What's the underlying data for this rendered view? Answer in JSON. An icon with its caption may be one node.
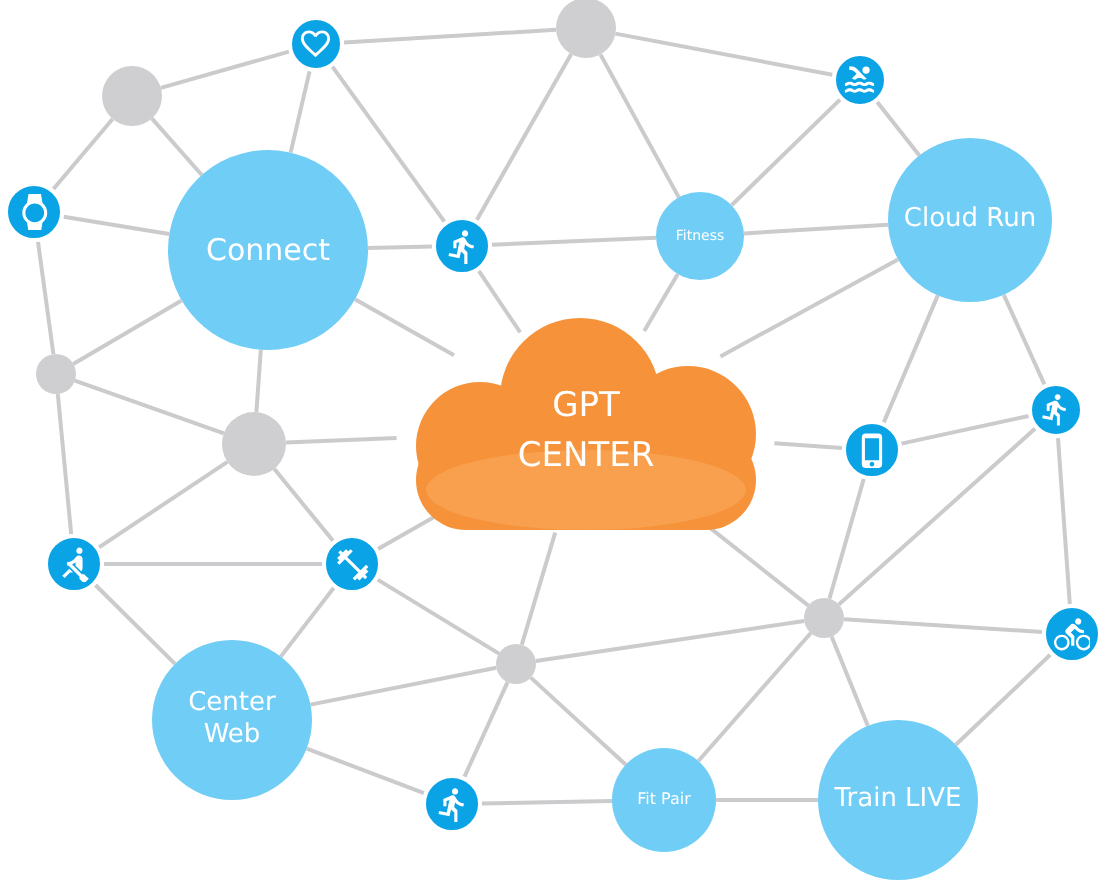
{
  "diagram": {
    "nodes": [
      {
        "text": [
          "GPT CENTER"
        ]
      },
      {
        "text": [],
        "shape": "circle"
      },
      {
        "text": [],
        "shape": "circle"
      },
      {
        "text": [],
        "shape": "circle"
      },
      {
        "text": [],
        "shape": "circle"
      },
      {
        "text": [],
        "shape": "circle"
      },
      {
        "text": [
          "Connect"
        ]
      },
      {
        "text": [],
        "shape": "circle"
      },
      {
        "text": [
          "Fitness"
        ]
      },
      {
        "text": [
          "Cloud Run"
        ]
      },
      {
        "text": [],
        "shape": "circle"
      },
      {
        "text": [],
        "shape": "circle"
      },
      {
        "text": [],
        "shape": "circle"
      },
      {
        "text": [],
        "shape": "circle"
      },
      {
        "text": [],
        "shape": "circle"
      },
      {
        "text": [],
        "shape": "circle"
      },
      {
        "text": [],
        "shape": "circle"
      },
      {
        "text": [],
        "shape": "circle"
      },
      {
        "text": [],
        "shape": "circle"
      },
      {
        "text": [
          "Center Web"
        ]
      },
      {
        "text": [],
        "shape": "circle"
      },
      {
        "text": [
          "Fit Pair"
        ]
      },
      {
        "text": [
          "Train LIVE"
        ]
      }
    ],
    "edges": [
      {
        "from": 1,
        "to": 4,
        "arrow": "none"
      },
      {
        "from": 1,
        "to": 2,
        "arrow": "none"
      },
      {
        "from": 1,
        "to": 6,
        "arrow": "none"
      },
      {
        "from": 1,
        "to": 7,
        "arrow": "none"
      },
      {
        "from": 4,
        "to": 5,
        "arrow": "none"
      },
      {
        "from": 4,
        "to": 6,
        "arrow": "none"
      },
      {
        "from": 5,
        "to": 6,
        "arrow": "none"
      },
      {
        "from": 5,
        "to": 10,
        "arrow": "none"
      },
      {
        "from": 6,
        "to": 10,
        "arrow": "none"
      },
      {
        "from": 6,
        "to": 11,
        "arrow": "none"
      },
      {
        "from": 6,
        "to": 7,
        "arrow": "none"
      },
      {
        "from": 6,
        "to": 0,
        "arrow": "none"
      },
      {
        "from": 7,
        "to": 2,
        "arrow": "none"
      },
      {
        "from": 7,
        "to": 8,
        "arrow": "none"
      },
      {
        "from": 7,
        "to": 0,
        "arrow": "none"
      },
      {
        "from": 2,
        "to": 3,
        "arrow": "none"
      },
      {
        "from": 2,
        "to": 8,
        "arrow": "none"
      },
      {
        "from": 3,
        "to": 8,
        "arrow": "none"
      },
      {
        "from": 3,
        "to": 9,
        "arrow": "none"
      },
      {
        "from": 8,
        "to": 9,
        "arrow": "none"
      },
      {
        "from": 8,
        "to": 0,
        "arrow": "none"
      },
      {
        "from": 9,
        "to": 0,
        "arrow": "none"
      },
      {
        "from": 9,
        "to": 12,
        "arrow": "none"
      },
      {
        "from": 9,
        "to": 13,
        "arrow": "none"
      },
      {
        "from": 12,
        "to": 13,
        "arrow": "none"
      },
      {
        "from": 0,
        "to": 12,
        "arrow": "none"
      },
      {
        "from": 12,
        "to": 17,
        "arrow": "none"
      },
      {
        "from": 13,
        "to": 17,
        "arrow": "none"
      },
      {
        "from": 13,
        "to": 18,
        "arrow": "none"
      },
      {
        "from": 17,
        "to": 18,
        "arrow": "none"
      },
      {
        "from": 0,
        "to": 17,
        "arrow": "none"
      },
      {
        "from": 17,
        "to": 22,
        "arrow": "none"
      },
      {
        "from": 17,
        "to": 21,
        "arrow": "none"
      },
      {
        "from": 16,
        "to": 17,
        "arrow": "none"
      },
      {
        "from": 18,
        "to": 22,
        "arrow": "none"
      },
      {
        "from": 21,
        "to": 22,
        "arrow": "none"
      },
      {
        "from": 20,
        "to": 21,
        "arrow": "none"
      },
      {
        "from": 16,
        "to": 21,
        "arrow": "none"
      },
      {
        "from": 16,
        "to": 0,
        "arrow": "none"
      },
      {
        "from": 16,
        "to": 15,
        "arrow": "none"
      },
      {
        "from": 16,
        "to": 19,
        "arrow": "none"
      },
      {
        "from": 16,
        "to": 20,
        "arrow": "none"
      },
      {
        "from": 15,
        "to": 0,
        "arrow": "none"
      },
      {
        "from": 15,
        "to": 11,
        "arrow": "none"
      },
      {
        "from": 15,
        "to": 14,
        "arrow": "none"
      },
      {
        "from": 15,
        "to": 19,
        "arrow": "none"
      },
      {
        "from": 14,
        "to": 11,
        "arrow": "none"
      },
      {
        "from": 14,
        "to": 10,
        "arrow": "none"
      },
      {
        "from": 14,
        "to": 19,
        "arrow": "none"
      },
      {
        "from": 11,
        "to": 10,
        "arrow": "none"
      },
      {
        "from": 11,
        "to": 0,
        "arrow": "none"
      },
      {
        "from": 19,
        "to": 20,
        "arrow": "none"
      }
    ]
  }
}
